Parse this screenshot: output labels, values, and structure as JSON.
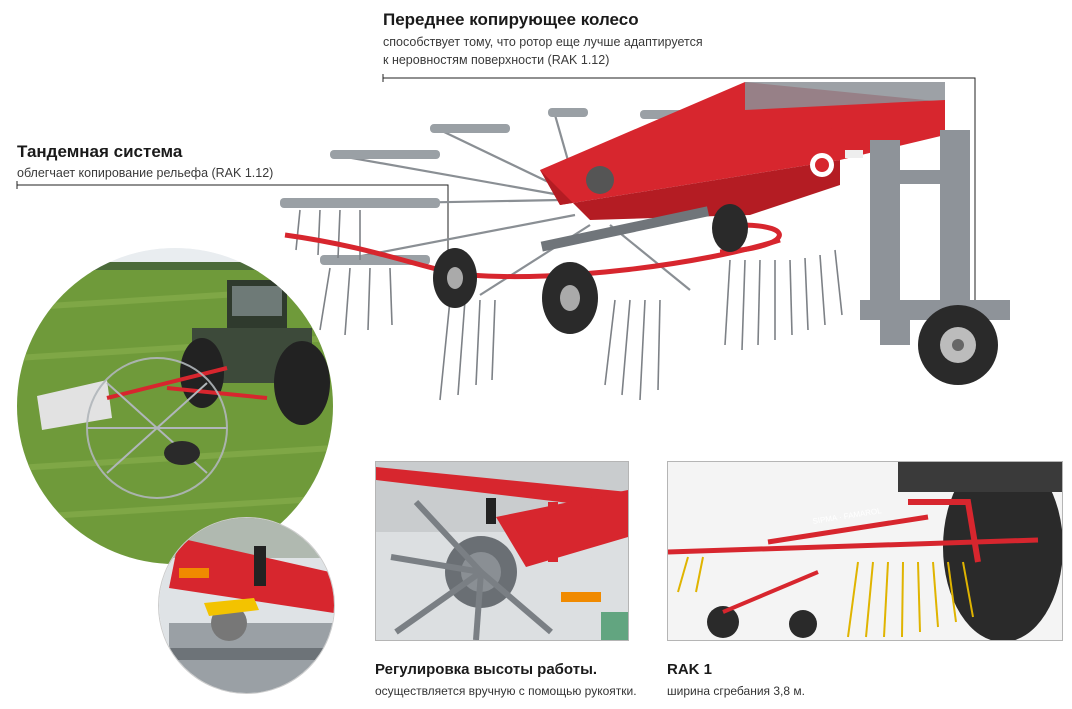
{
  "callouts": {
    "front_wheel": {
      "title": "Переднее копирующее колесо",
      "desc_line1": "способствует тому, что ротор еще лучше адаптируется",
      "desc_line2": "к неровностям поверхности (RAK 1.12)"
    },
    "tandem": {
      "title": "Тандемная система",
      "desc": "облегчает копирование рельефа (RAK 1.12)"
    }
  },
  "captions": {
    "height": {
      "title": "Регулировка высоты работы.",
      "desc": "осуществляется вручную с помощью рукоятки."
    },
    "rak1": {
      "title": "RAK 1",
      "desc": "ширина сгребания 3,8 м."
    }
  },
  "logo_text": "SIPMA · FAMAROL",
  "colors": {
    "machine_red": "#d7262e",
    "frame_gray": "#8e9399",
    "grass_green": "#6f9a3a",
    "tractor_green": "#3d4a3a",
    "line": "#222222"
  }
}
